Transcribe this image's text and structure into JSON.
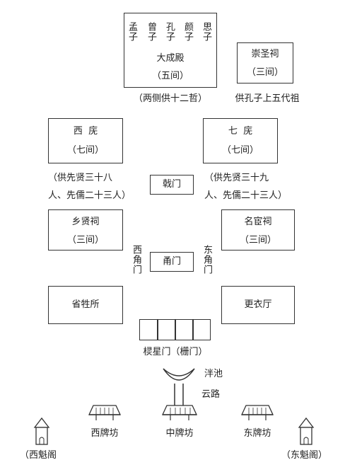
{
  "dacheng": {
    "sages": [
      "孟子",
      "曾子",
      "孔子",
      "颜子",
      "思子"
    ],
    "name": "大成殿",
    "rooms": "（五间）",
    "note": "（两侧供十二哲）"
  },
  "chongsheng": {
    "name": "崇圣祠",
    "rooms": "（三间）",
    "note": "供孔子上五代祖"
  },
  "west_wu": {
    "name": "西  庑",
    "rooms": "（七间）",
    "note_line1": "（供先贤三十八",
    "note_line2": "人、先儒二十三人）"
  },
  "east_wu": {
    "name": "七  庑",
    "rooms": "（七间）",
    "note_line1": "（供先贤三十九",
    "note_line2": "人、先儒二十三人）"
  },
  "jimen": {
    "name": "戟门"
  },
  "xiangxian": {
    "name": "乡贤祠",
    "rooms": "（三间）"
  },
  "minghuan": {
    "name": "名宦祠",
    "rooms": "（三间）"
  },
  "west_gate": {
    "name": "西角门"
  },
  "east_gate": {
    "name": "东角门"
  },
  "yongmen": {
    "name": "甬门"
  },
  "shengsheng": {
    "name": "省牲所"
  },
  "gengyi": {
    "name": "更衣厅"
  },
  "lingxing": {
    "name": "棂星门（栅门）"
  },
  "panchi": {
    "name": "泮池"
  },
  "yunlu": {
    "name": "云路"
  },
  "paifang": {
    "west": "西牌坊",
    "middle": "中牌坊",
    "east": "东牌坊"
  },
  "kuige": {
    "west": "（西魁阁",
    "east": "（东魁阁）"
  }
}
